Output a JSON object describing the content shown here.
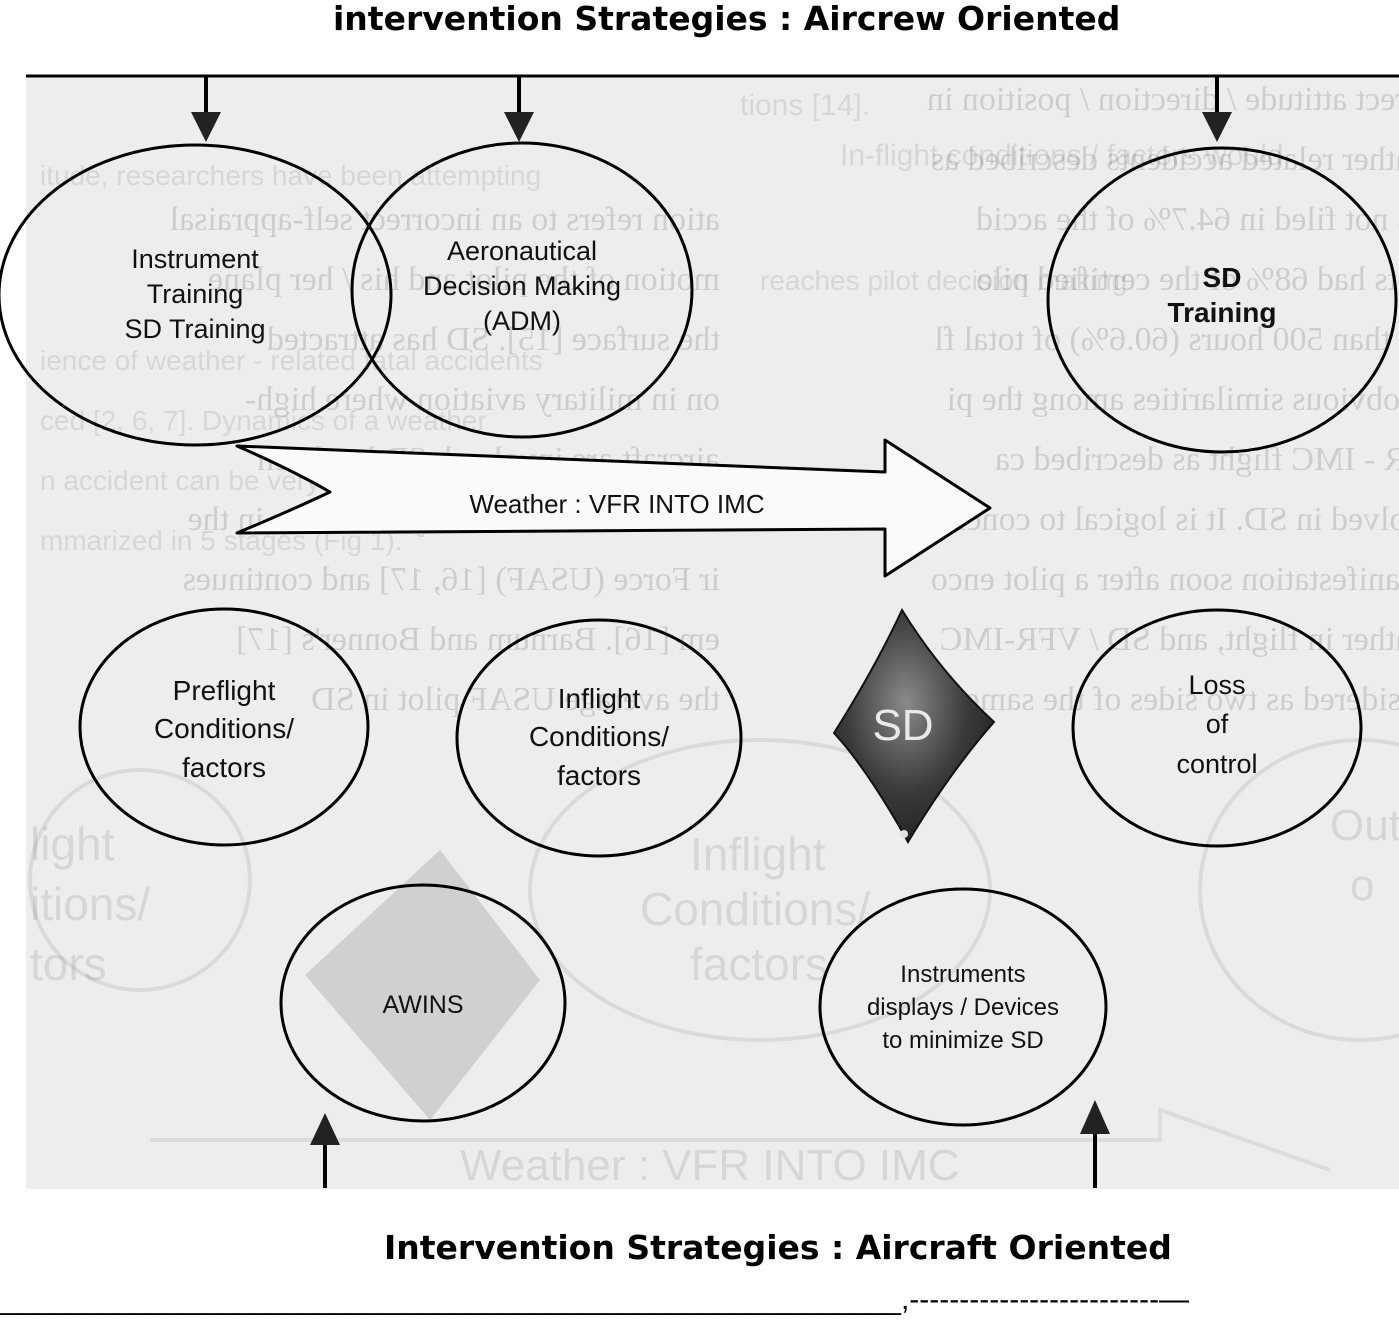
{
  "titles": {
    "top": "intervention Strategies : Aircrew Oriented",
    "bottom": "Intervention Strategies : Aircraft Oriented"
  },
  "nodes": {
    "instrument_training": [
      "Instrument",
      "Training",
      "SD Training"
    ],
    "adm": [
      "Aeronautical",
      "Decision Making",
      "(ADM)"
    ],
    "sd_training": [
      "SD",
      "Training"
    ],
    "weather_arrow": "Weather : VFR INTO IMC",
    "preflight": [
      "Preflight",
      "Conditions/",
      "factors"
    ],
    "inflight": [
      "Inflight",
      "Conditions/",
      "factors"
    ],
    "sd_diamond": "SD",
    "loss_of_control": [
      "Loss",
      "of",
      "control"
    ],
    "awins": "AWINS",
    "instruments_displays": [
      "Instruments",
      "displays / Devices",
      "to minimize SD"
    ]
  },
  "footer": "______________________________________________________,‐‐‐‐‐‐‐‐‐‐‐‐‐‐‐‐‐‐‐‐‐‐‐‐‐—"
}
